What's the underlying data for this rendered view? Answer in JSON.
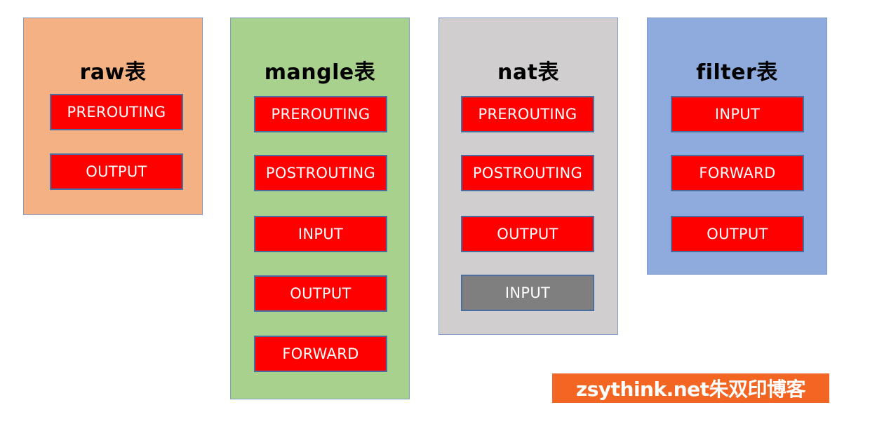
{
  "tables": [
    {
      "name": "raw表",
      "color": "#f4b183",
      "chains": [
        "PREROUTING",
        "OUTPUT"
      ]
    },
    {
      "name": "mangle表",
      "color": "#a9d18e",
      "chains": [
        "PREROUTING",
        "POSTROUTING",
        "INPUT",
        "OUTPUT",
        "FORWARD"
      ]
    },
    {
      "name": "nat表",
      "color": "#d0cece",
      "chains": [
        "PREROUTING",
        "POSTROUTING",
        "OUTPUT",
        "INPUT"
      ],
      "gray_chain": "INPUT"
    },
    {
      "name": "filter表",
      "color": "#8faadc",
      "chains": [
        "INPUT",
        "FORWARD",
        "OUTPUT"
      ]
    }
  ],
  "chain_color": "#ff0000",
  "gray_chain_color": "#7f7f7f",
  "watermark": "zsythink.net朱双印博客"
}
